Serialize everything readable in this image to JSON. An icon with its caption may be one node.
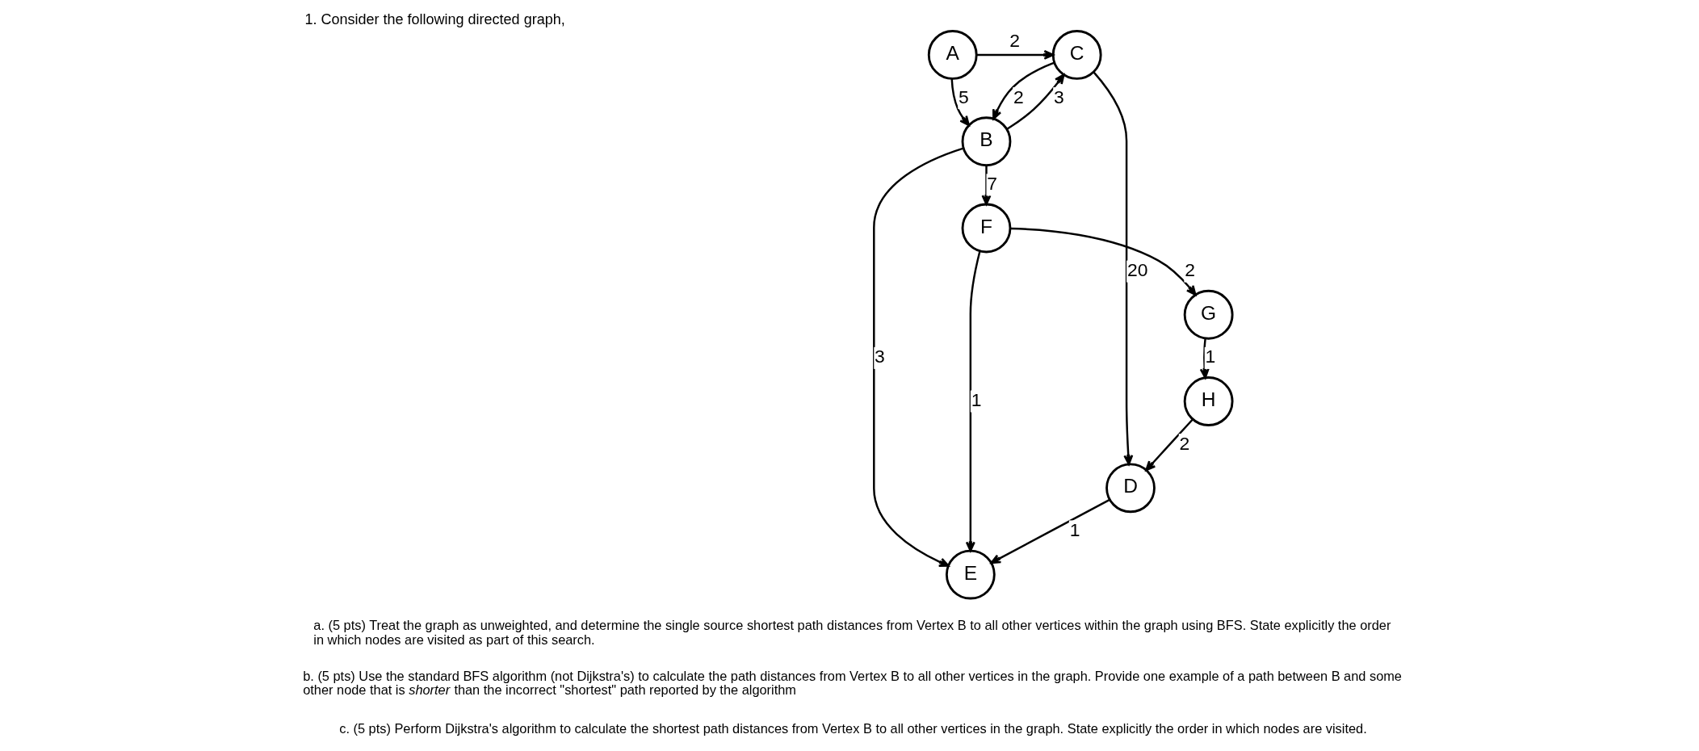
{
  "diagram": {
    "title": "1. Consider the following directed graph,",
    "nodes": [
      {
        "text": [
          "A"
        ]
      },
      {
        "text": [
          "B"
        ]
      },
      {
        "text": [
          "C"
        ]
      },
      {
        "text": [
          "D"
        ]
      },
      {
        "text": [
          "E"
        ]
      },
      {
        "text": [
          "F"
        ]
      },
      {
        "text": [
          "H"
        ]
      },
      {
        "text": [
          "G"
        ]
      }
    ],
    "edges": [
      {
        "from": 0,
        "to": 2,
        "arrow": "to",
        "label": "2"
      },
      {
        "from": 0,
        "to": 1,
        "arrow": "to",
        "label": "5"
      },
      {
        "from": 1,
        "to": 2,
        "arrow": "to",
        "label": "3"
      },
      {
        "from": 2,
        "to": 1,
        "arrow": "to",
        "label": "2"
      },
      {
        "from": 2,
        "to": 3,
        "arrow": "to",
        "label": "20"
      },
      {
        "from": 3,
        "to": 4,
        "arrow": "to",
        "label": "1"
      },
      {
        "from": 1,
        "to": 4,
        "arrow": "to",
        "label": "3"
      },
      {
        "from": 1,
        "to": 5,
        "arrow": "to",
        "label": "7"
      },
      {
        "from": 5,
        "to": 4,
        "arrow": "to",
        "label": "1"
      },
      {
        "from": 6,
        "to": 3,
        "arrow": "to",
        "label": "2"
      },
      {
        "from": 5,
        "to": 7,
        "arrow": "to",
        "label": "2"
      },
      {
        "from": 7,
        "to": 6,
        "arrow": "to",
        "label": "1"
      }
    ],
    "labels": [
      "a. (5 pts) Treat the graph as unweighted, and determine the single source shortest path distances from Vertex B to all other vertices within the graph using BFS. State explicitly the order in which nodes are visited as part of this search.",
      "b. (5 pts) Use the standard BFS algorithm (not Dijkstra's) to calculate the path distances from Vertex B to all other vertices in the graph. Provide one example of a path between B and some other node that is *shorter* than the incorrect \"shortest\" path reported by the algorithm",
      "c. (5 pts) Perform Dijkstra's algorithm to calculate the shortest path distances from Vertex B to all other vertices in the graph. State explicitly the order in which nodes are visited."
    ]
  }
}
